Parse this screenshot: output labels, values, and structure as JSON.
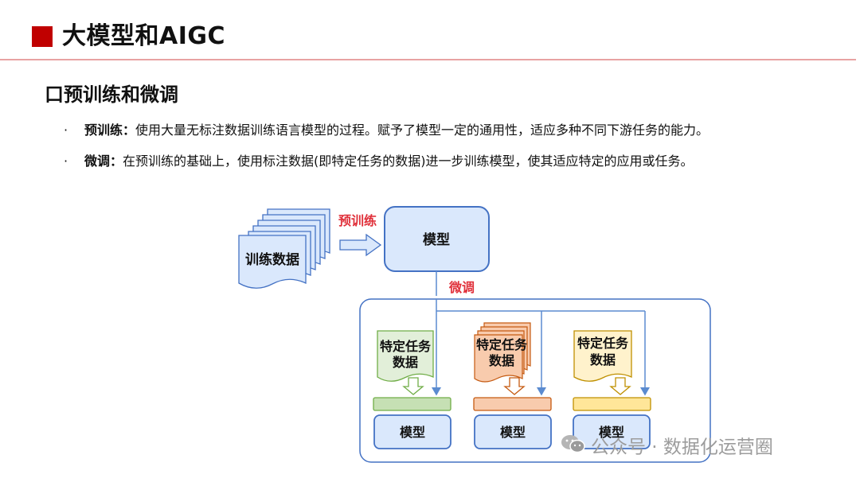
{
  "header": {
    "title": "大模型和AIGC"
  },
  "section": {
    "title": "口预训练和微调"
  },
  "bullets": [
    {
      "dot": "·",
      "term": "预训练：",
      "text": "使用大量无标注数据训练语言模型的过程。赋予了模型一定的通用性，适应多种不同下游任务的能力。"
    },
    {
      "dot": "·",
      "term": "微调：",
      "text": "在预训练的基础上，使用标注数据(即特定任务的数据)进一步训练模型，使其适应特定的应用或任务。"
    }
  ],
  "diagram": {
    "training_data_label": "训练数据",
    "pretrain_label": "预训练",
    "model_label": "模型",
    "finetune_label": "微调",
    "tasks": [
      {
        "line1": "特定任务",
        "line2": "数据",
        "model": "模型",
        "color": "#e2efd9",
        "stroke": "#70ad47"
      },
      {
        "line1": "特定任务",
        "line2": "数据",
        "model": "模型",
        "color": "#f8cbad",
        "stroke": "#c55a11"
      },
      {
        "line1": "特定任务",
        "line2": "数据",
        "model": "模型",
        "color": "#fff2cc",
        "stroke": "#bf9000"
      }
    ],
    "colors": {
      "accent_red": "#c00000",
      "label_red": "#e0303a",
      "blue_fill": "#dae8fc",
      "blue_stroke": "#4472c4",
      "arrow_blue": "#5b8bd0"
    }
  },
  "watermark": {
    "text": "公众号 · 数据化运营圈",
    "icon": "wechat-icon"
  }
}
